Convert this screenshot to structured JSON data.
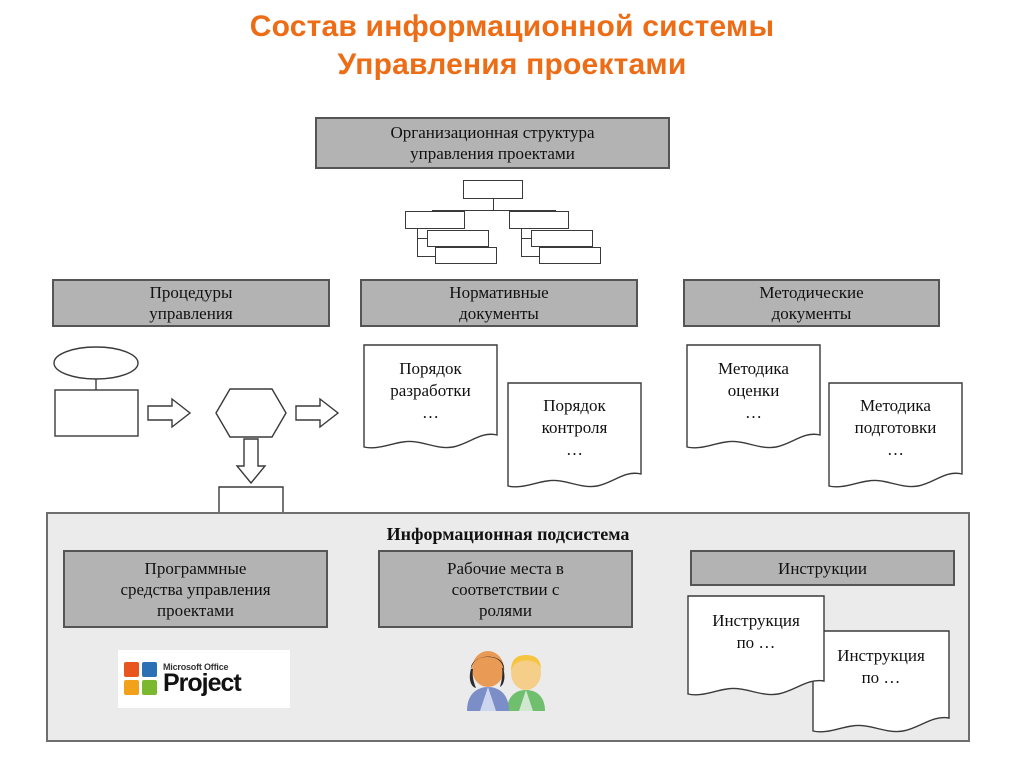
{
  "page": {
    "title_line1": "Состав информационной системы",
    "title_line2": "Управления проектами",
    "title_color": "#ED6C16",
    "background": "#ffffff"
  },
  "org_structure": {
    "header_label": "Организационная структура\nуправления проектами",
    "chart_node_count": 7
  },
  "columns": [
    {
      "header_label": "Процедуры\nуправления",
      "content_type": "flowchart",
      "flowchart_shapes": [
        "ellipse",
        "rectangle",
        "block-arrow-right",
        "hexagon",
        "block-arrow-right",
        "block-arrow-down",
        "document"
      ]
    },
    {
      "header_label": "Нормативные\nдокументы",
      "content_type": "documents",
      "documents": [
        "Порядок\nразработки\n…",
        "Порядок\nконтроля\n…"
      ]
    },
    {
      "header_label": "Методические\nдокументы",
      "content_type": "documents",
      "documents": [
        "Методика\nоценки\n…",
        "Методика\nподготовки\n…"
      ]
    }
  ],
  "subsystem": {
    "title": "Информационная подсистема",
    "background": "#ebebeb",
    "items": [
      {
        "header_label": "Программные\nсредства управления\nпроектами",
        "content_type": "logo",
        "logo": {
          "brand_small": "Microsoft Office",
          "brand_large": "Project",
          "square_colors": [
            "#E8551E",
            "#F2A11B",
            "#2D6FB5",
            "#7CB82F"
          ]
        }
      },
      {
        "header_label": "Рабочие места в\nсоответствии с\nролями",
        "content_type": "people-icon",
        "people": {
          "person_left": {
            "hair": "#2b2b2b",
            "shirt": "#7b8ec8",
            "skin": "#e99a55"
          },
          "person_right": {
            "hair": "#f5c542",
            "shirt": "#6fbf6f",
            "skin": "#f5cf8a"
          }
        }
      },
      {
        "header_label": "Инструкции",
        "content_type": "documents",
        "documents": [
          "Инструкция\nпо …",
          "Инструкция\nпо …"
        ]
      }
    ]
  },
  "colors": {
    "gray_box_fill": "#b3b3b3",
    "gray_box_border": "#555555",
    "panel_fill": "#ebebeb",
    "panel_border": "#6e6e6e",
    "line": "#3a3a3a"
  }
}
